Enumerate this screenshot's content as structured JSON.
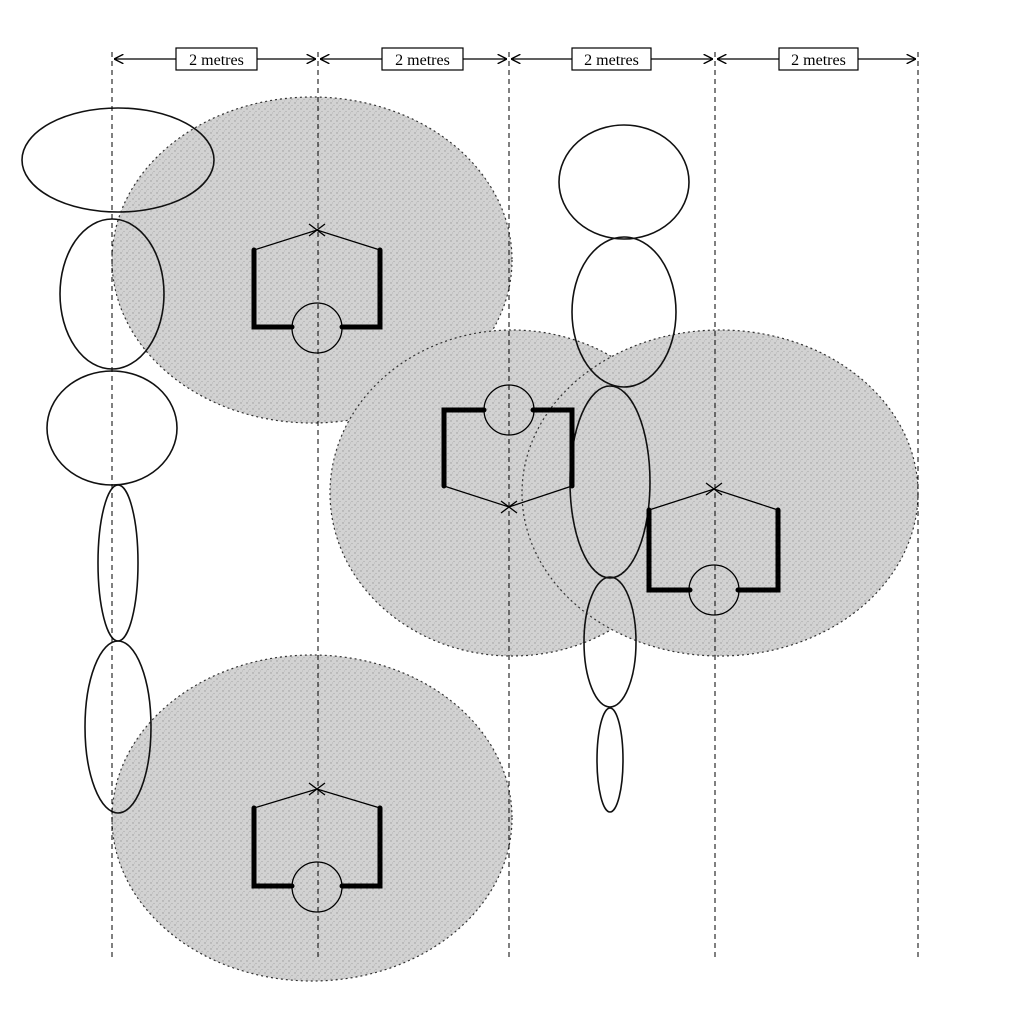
{
  "dimensions": [
    {
      "label": "2 metres"
    },
    {
      "label": "2 metres"
    },
    {
      "label": "2 metres"
    },
    {
      "label": "2 metres"
    }
  ],
  "colors": {
    "zone_fill": "#c8c8c8",
    "ink": "#000000",
    "background": "#ffffff"
  }
}
